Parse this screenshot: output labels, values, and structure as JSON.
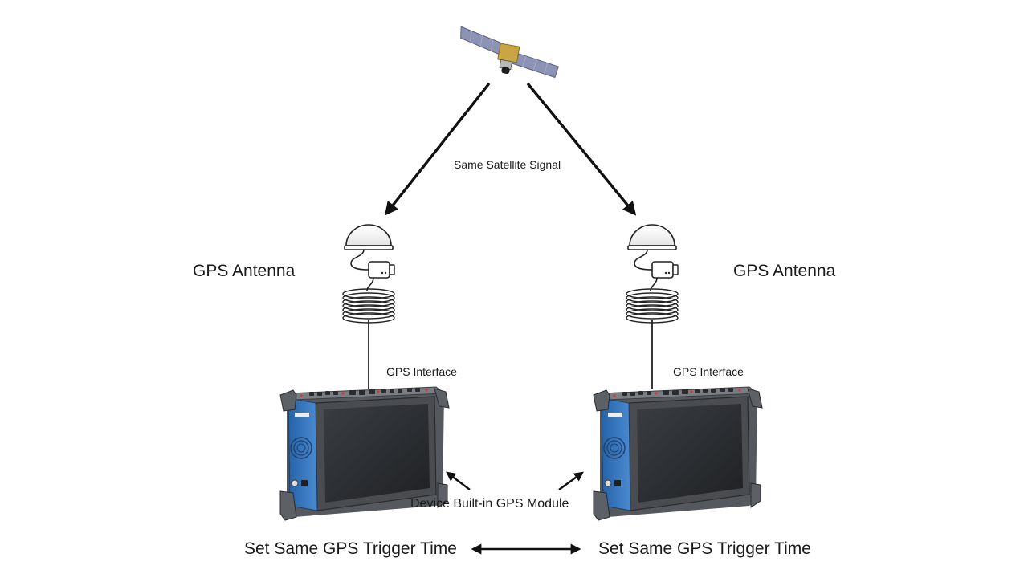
{
  "signal_label": "Same Satellite Signal",
  "left": {
    "antenna_label": "GPS Antenna",
    "interface_label": "GPS Interface",
    "trigger_label": "Set Same GPS Trigger Time"
  },
  "right": {
    "antenna_label": "GPS Antenna",
    "interface_label": "GPS Interface",
    "trigger_label": "Set Same GPS Trigger Time"
  },
  "module_label": "Device Built-in GPS Module",
  "colors": {
    "device_frame": "#6b6e72",
    "device_blue": "#2f6db3",
    "screen": "#2a2c30",
    "satellite_panel": "#8c93b5",
    "satellite_body": "#c9a543",
    "arrow": "#111111"
  }
}
